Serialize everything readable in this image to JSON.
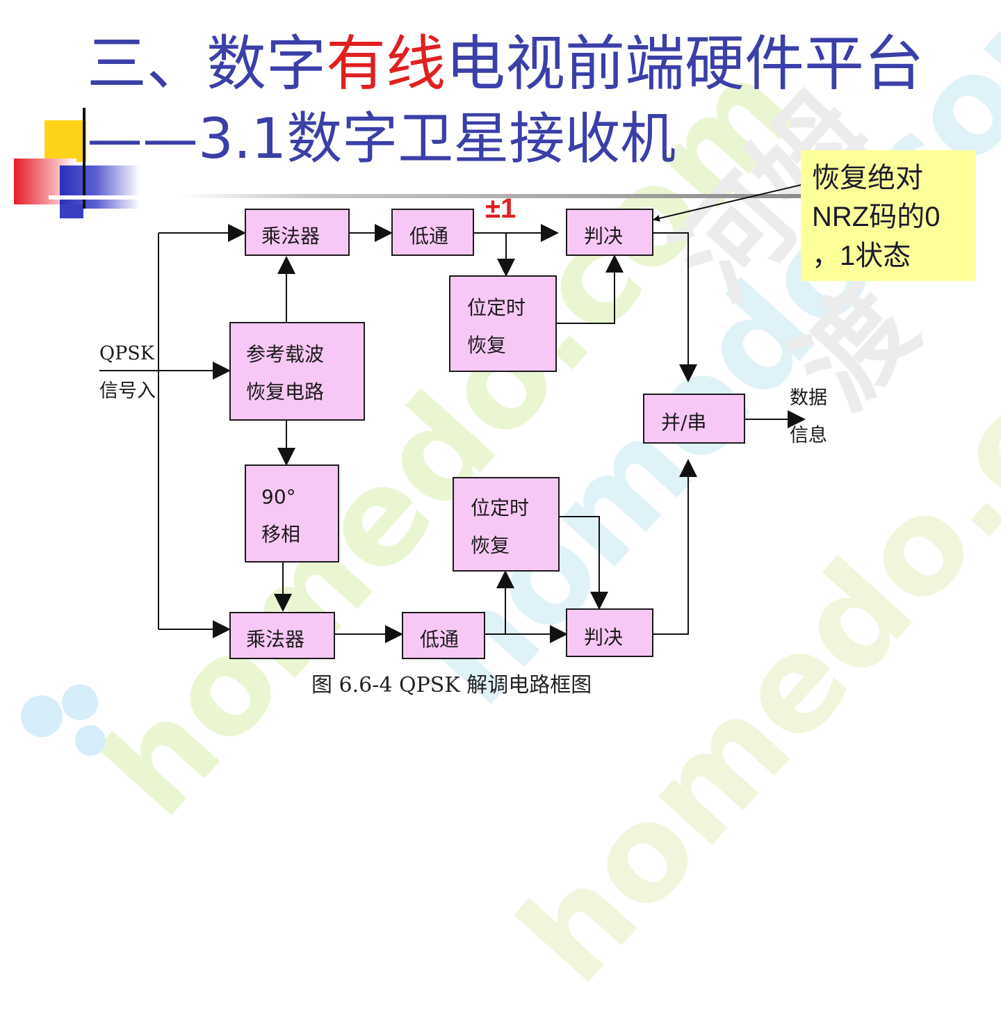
{
  "slide": {
    "title_prefix": "三、数字",
    "title_highlight": "有线",
    "title_suffix": "电视前端硬件平台",
    "subtitle": "——3.1数字卫星接收机"
  },
  "diagram": {
    "input_line1": "QPSK",
    "input_line2": "信号入",
    "multiplier_top": "乘法器",
    "lowpass_top": "低通",
    "plus_minus_one": "±1",
    "decision_top": "判决",
    "timing_top_line1": "位定时",
    "timing_top_line2": "恢复",
    "carrier_line1": "参考载波",
    "carrier_line2": "恢复电路",
    "phase_line1": "90°",
    "phase_line2": "移相",
    "ps_converter": "并/串",
    "output_line1": "数据",
    "output_line2": "信息",
    "timing_bottom_line1": "位定时",
    "timing_bottom_line2": "恢复",
    "multiplier_bottom": "乘法器",
    "lowpass_bottom": "低通",
    "decision_bottom": "判决",
    "caption": "图 6.6-4  QPSK 解调电路框图"
  },
  "callout": {
    "line1": "恢复绝对",
    "line2": "NRZ码的0",
    "line3": "，1状态"
  },
  "watermark": {
    "text": "homedo.com",
    "text_cn": "河姆渡"
  },
  "colors": {
    "title": "#3b3fa8",
    "highlight": "#e02020",
    "block_fill": "#f7c8f5",
    "callout_fill": "#ffff99"
  }
}
